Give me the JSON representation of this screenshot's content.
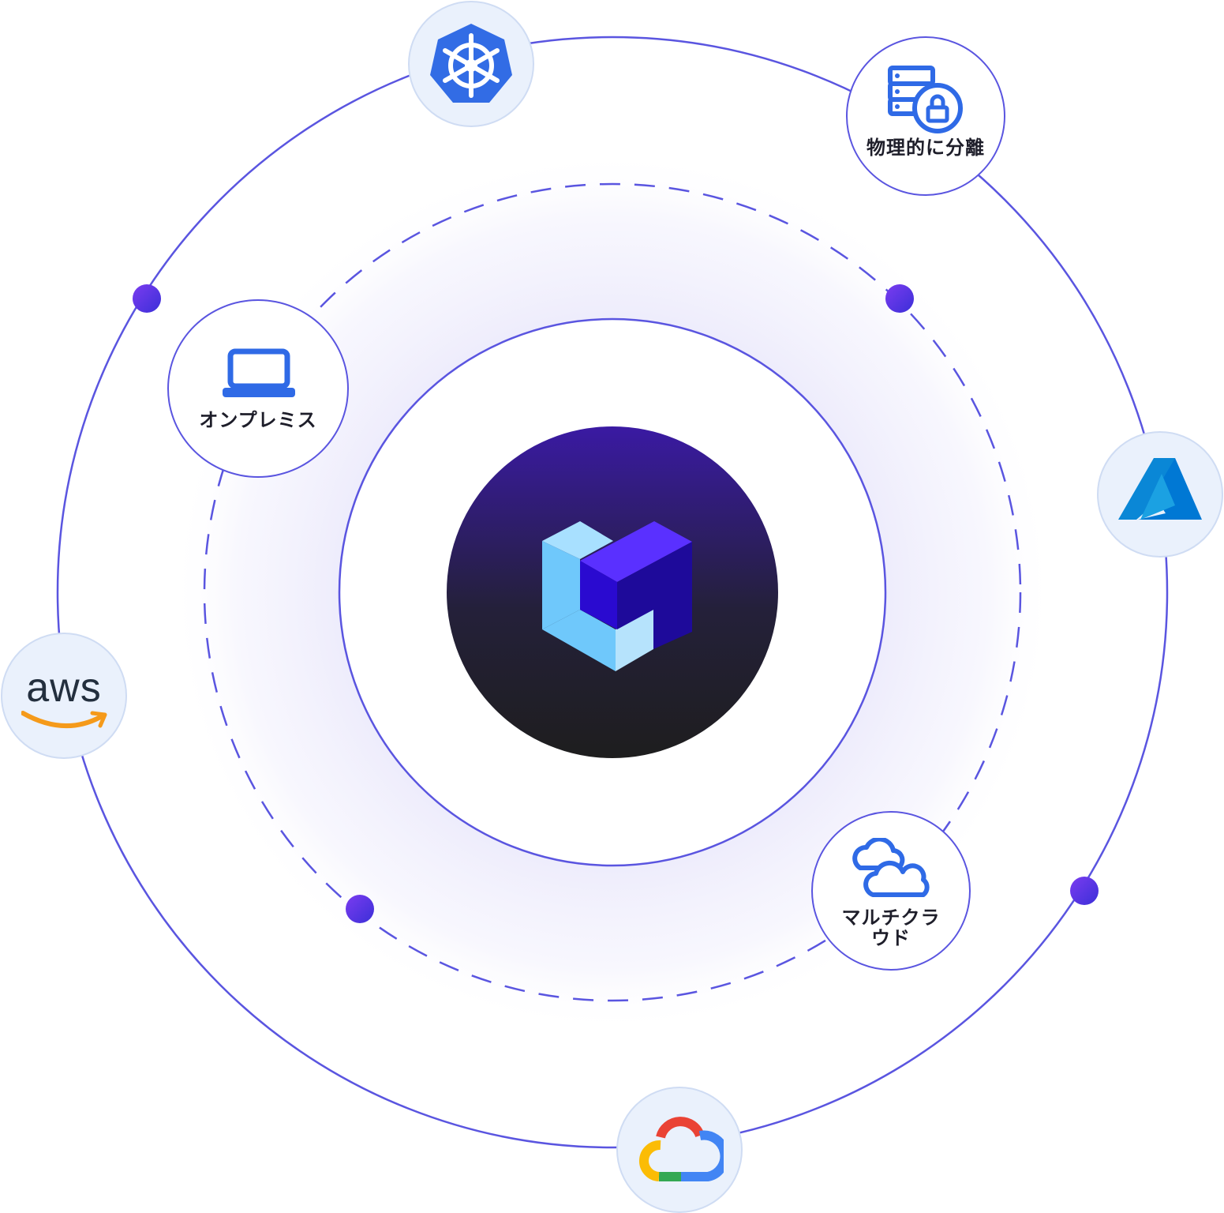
{
  "diagram": {
    "center_logo": "cube-logo-icon",
    "colors": {
      "orbit": "#5a55e0",
      "dot_from": "#7b3cf0",
      "dot_to": "#3b2fd8",
      "accent_blue": "#2f6ae6",
      "center_top": "#3a1aa3",
      "center_bottom": "#1e1e1e"
    },
    "features": [
      {
        "id": "on-premises",
        "label": "オンプレミス",
        "icon": "laptop-icon"
      },
      {
        "id": "physical-isolation",
        "label": "物理的に分離",
        "icon": "server-lock-icon"
      },
      {
        "id": "multi-cloud",
        "label": "マルチクラ",
        "label2": "ウド",
        "icon": "clouds-icon"
      }
    ],
    "providers": [
      {
        "id": "kubernetes",
        "icon": "kubernetes-icon"
      },
      {
        "id": "azure",
        "icon": "azure-icon"
      },
      {
        "id": "aws",
        "text": "aws",
        "icon": "amazon-smile-icon"
      },
      {
        "id": "google-cloud",
        "icon": "google-cloud-icon"
      }
    ]
  }
}
